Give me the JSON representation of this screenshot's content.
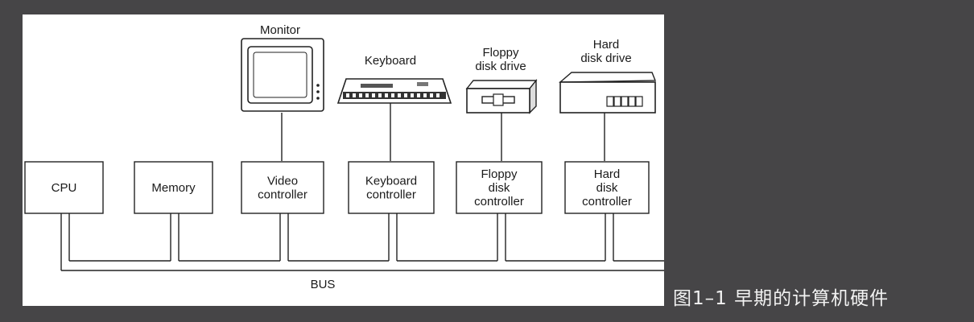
{
  "figure": {
    "components": [
      {
        "id": "cpu",
        "lines": [
          "CPU"
        ]
      },
      {
        "id": "memory",
        "lines": [
          "Memory"
        ]
      },
      {
        "id": "video-controller",
        "lines": [
          "Video",
          "controller"
        ]
      },
      {
        "id": "keyboard-controller",
        "lines": [
          "Keyboard",
          "controller"
        ]
      },
      {
        "id": "floppy-disk-controller",
        "lines": [
          "Floppy",
          "disk",
          "controller"
        ]
      },
      {
        "id": "hard-disk-controller",
        "lines": [
          "Hard",
          "disk",
          "controller"
        ]
      }
    ],
    "devices": [
      {
        "id": "monitor",
        "lines": [
          "Monitor"
        ]
      },
      {
        "id": "keyboard",
        "lines": [
          "Keyboard"
        ]
      },
      {
        "id": "floppy-disk-drive",
        "lines": [
          "Floppy",
          "disk drive"
        ]
      },
      {
        "id": "hard-disk-drive",
        "lines": [
          "Hard",
          "disk drive"
        ]
      }
    ],
    "bus_label": "BUS"
  },
  "caption": "图1–1 早期的计算机硬件"
}
